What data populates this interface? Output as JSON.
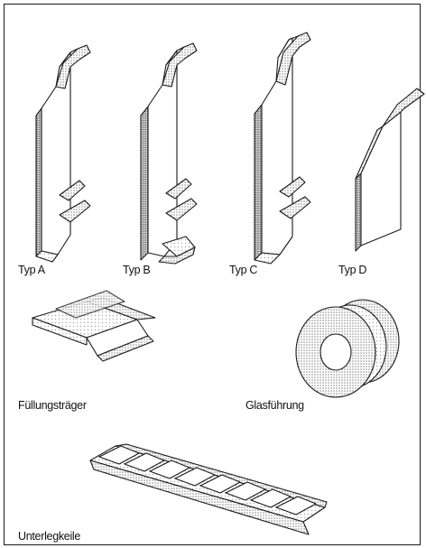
{
  "labels": {
    "typ_a": "Typ A",
    "typ_b": "Typ B",
    "typ_c": "Typ C",
    "typ_d": "Typ D",
    "fuellungstraeger": "Füllungsträger",
    "glasfuehrung": "Glasführung",
    "unterlegkeile": "Unterlegkeile"
  },
  "colors": {
    "frame": "#1a1a1a",
    "line": "#1a1a1a",
    "shade": "#b8b8b8",
    "shade_light": "#e4e4e4"
  }
}
